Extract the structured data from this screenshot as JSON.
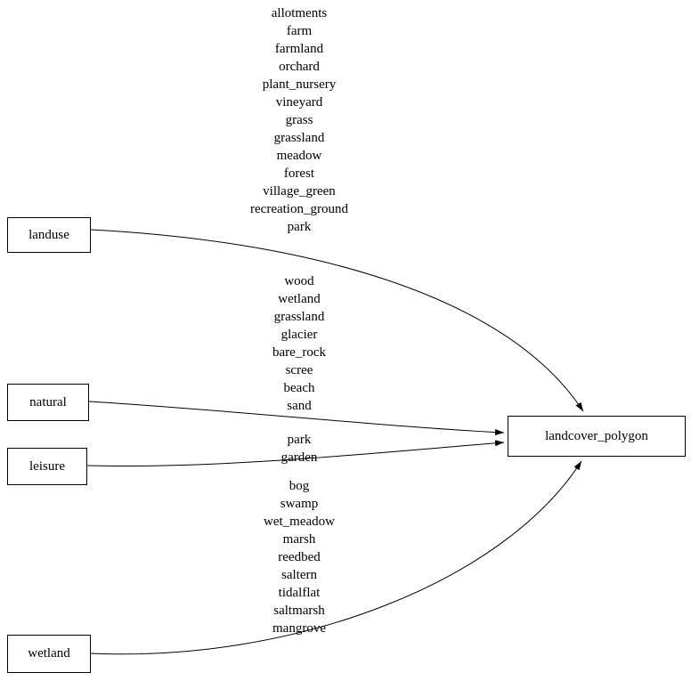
{
  "diagram": {
    "colors": {
      "background": "#ffffff",
      "node_border": "#000000",
      "edge": "#000000",
      "text": "#000000"
    },
    "nodes": {
      "landuse": {
        "label": "landuse"
      },
      "natural": {
        "label": "natural"
      },
      "leisure": {
        "label": "leisure"
      },
      "wetland": {
        "label": "wetland"
      },
      "target": {
        "label": "landcover_polygon"
      }
    },
    "edges": {
      "landuse": {
        "from": "landuse",
        "to": "landcover_polygon",
        "values": [
          "allotments",
          "farm",
          "farmland",
          "orchard",
          "plant_nursery",
          "vineyard",
          "grass",
          "grassland",
          "meadow",
          "forest",
          "village_green",
          "recreation_ground",
          "park"
        ]
      },
      "natural": {
        "from": "natural",
        "to": "landcover_polygon",
        "values": [
          "wood",
          "wetland",
          "grassland",
          "glacier",
          "bare_rock",
          "scree",
          "beach",
          "sand"
        ]
      },
      "leisure": {
        "from": "leisure",
        "to": "landcover_polygon",
        "values": [
          "park",
          "garden"
        ]
      },
      "wetland": {
        "from": "wetland",
        "to": "landcover_polygon",
        "values": [
          "bog",
          "swamp",
          "wet_meadow",
          "marsh",
          "reedbed",
          "saltern",
          "tidalflat",
          "saltmarsh",
          "mangrove"
        ]
      }
    }
  }
}
